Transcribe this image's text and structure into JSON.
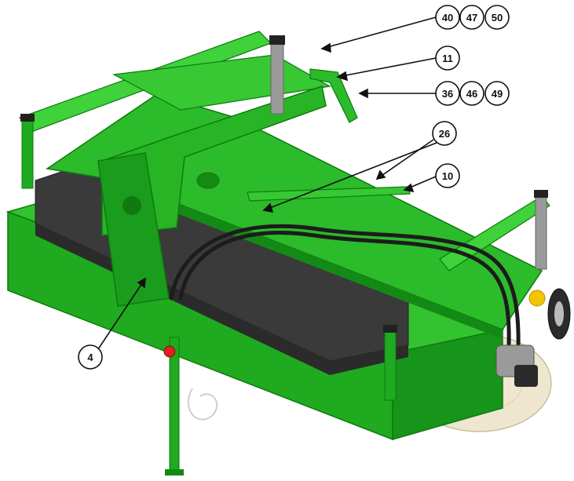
{
  "colors": {
    "machine_green": "#1faa1f",
    "machine_green_light": "#3fd23a",
    "machine_green_dark": "#138a14",
    "brush_black": "#3a3a3a",
    "hose_black": "#1c1c1c",
    "leader_line": "#111111",
    "callout_fill": "#ffffff",
    "disc_cream": "#efe6cf",
    "reflector_yellow": "#f4c400",
    "plug_red": "#d92222"
  },
  "callouts": {
    "c40": "40",
    "c47": "47",
    "c50": "50",
    "c11": "11",
    "c36": "36",
    "c46": "46",
    "c49": "49",
    "c26": "26",
    "c10": "10",
    "c4": "4"
  }
}
